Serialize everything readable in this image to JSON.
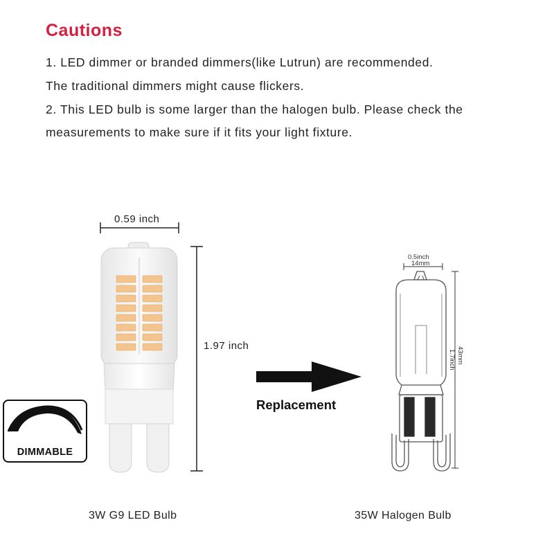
{
  "title": "Cautions",
  "notes": [
    "1. LED dimmer or branded dimmers(like Lutrun) are recommended.",
    "The traditional dimmers might cause flickers.",
    "2. This LED bulb is some larger than the halogen bulb. Please check the",
    "measurements to make sure if it fits your light fixture."
  ],
  "led": {
    "width_label": "0.59 inch",
    "height_label": "1.97 inch",
    "caption": "3W G9 LED Bulb"
  },
  "halogen": {
    "width_inch": "0.5inch",
    "width_mm": "14mm",
    "height_inch": "1.7inch",
    "height_mm": "43mm",
    "caption": "35W Halogen Bulb"
  },
  "replacement_label": "Replacement",
  "badge": {
    "label": "DIMMABLE"
  },
  "colors": {
    "title": "#d6203f",
    "led_chip": "#f3c48e",
    "text": "#222222"
  }
}
